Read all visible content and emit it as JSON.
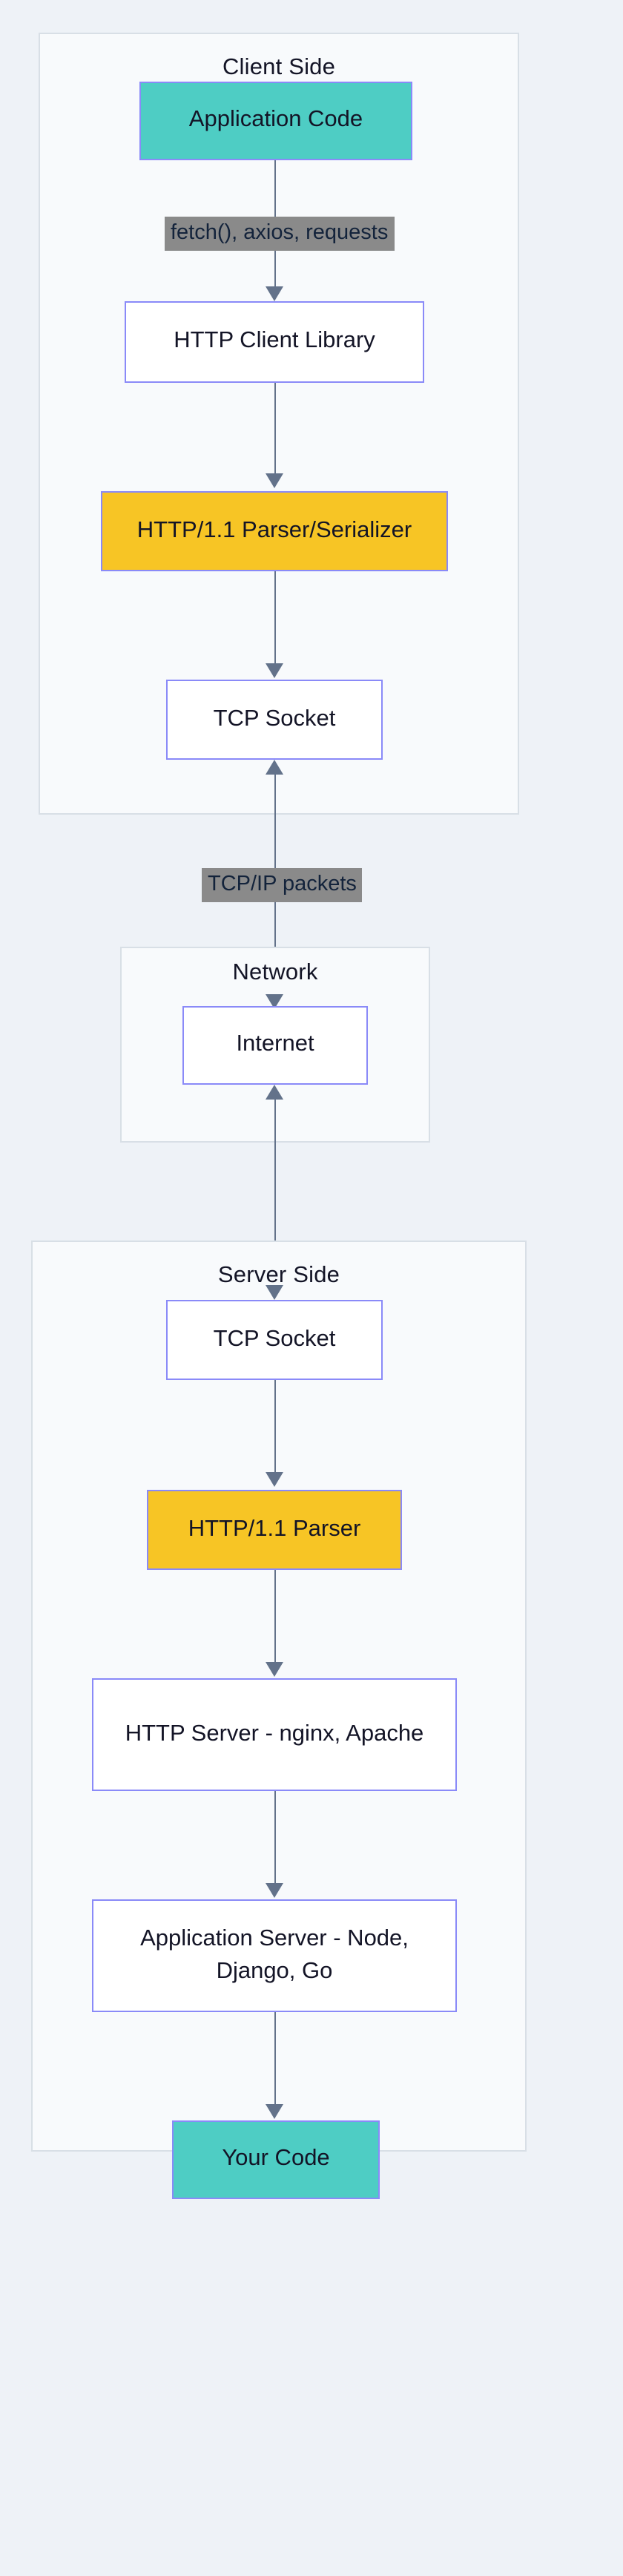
{
  "diagram": {
    "type": "flowchart",
    "direction": "top-down",
    "title": "HTTP/1.1 request path from client application code to server code",
    "colors": {
      "page_background": "#eef2f7",
      "subgraph_background": "#f8fafc",
      "subgraph_border": "#d8dfe6",
      "node_border": "#8a8af8",
      "node_background": "#ffffff",
      "accent_teal": "#4ecdc4",
      "accent_yellow": "#f7c525",
      "edge_stroke": "#63728a",
      "edge_label_background": "#8a8a8a",
      "text": "#131426"
    }
  },
  "subgraphs": [
    {
      "id": "client-side",
      "title": "Client Side"
    },
    {
      "id": "network",
      "title": "Network"
    },
    {
      "id": "server-side",
      "title": "Server Side"
    }
  ],
  "nodes": {
    "application_code": {
      "label": "Application Code",
      "group": "client-side",
      "style": "teal"
    },
    "http_client_library": {
      "label": "HTTP Client Library",
      "group": "client-side",
      "style": "plain"
    },
    "client_parser": {
      "label": "HTTP/1.1 Parser/Serializer",
      "group": "client-side",
      "style": "yellow"
    },
    "client_tcp_socket": {
      "label": "TCP Socket",
      "group": "client-side",
      "style": "plain"
    },
    "internet": {
      "label": "Internet",
      "group": "network",
      "style": "plain"
    },
    "server_tcp_socket": {
      "label": "TCP Socket",
      "group": "server-side",
      "style": "plain"
    },
    "server_parser": {
      "label": "HTTP/1.1 Parser",
      "group": "server-side",
      "style": "yellow"
    },
    "http_server": {
      "label": "HTTP Server - nginx, Apache",
      "group": "server-side",
      "style": "plain"
    },
    "application_server": {
      "label": "Application Server - Node, Django, Go",
      "group": "server-side",
      "style": "plain"
    },
    "your_code": {
      "label": "Your Code",
      "group": "server-side",
      "style": "teal"
    }
  },
  "edges": [
    {
      "from": "application_code",
      "to": "http_client_library",
      "label": "fetch(), axios, requests",
      "direction": "down"
    },
    {
      "from": "http_client_library",
      "to": "client_parser",
      "label": "",
      "direction": "down"
    },
    {
      "from": "client_parser",
      "to": "client_tcp_socket",
      "label": "",
      "direction": "down"
    },
    {
      "from": "internet",
      "to": "client_tcp_socket",
      "label": "TCP/IP packets",
      "direction": "up"
    },
    {
      "from": "client_tcp_socket",
      "to": "internet",
      "label": "",
      "direction": "down"
    },
    {
      "from": "server_tcp_socket",
      "to": "internet",
      "label": "",
      "direction": "up"
    },
    {
      "from": "internet",
      "to": "server_tcp_socket",
      "label": "",
      "direction": "down"
    },
    {
      "from": "server_tcp_socket",
      "to": "server_parser",
      "label": "",
      "direction": "down"
    },
    {
      "from": "server_parser",
      "to": "http_server",
      "label": "",
      "direction": "down"
    },
    {
      "from": "http_server",
      "to": "application_server",
      "label": "",
      "direction": "down"
    },
    {
      "from": "application_server",
      "to": "your_code",
      "label": "",
      "direction": "down"
    }
  ],
  "edge_labels": {
    "client_request": "fetch(), axios, requests",
    "network_packets": "TCP/IP packets"
  }
}
